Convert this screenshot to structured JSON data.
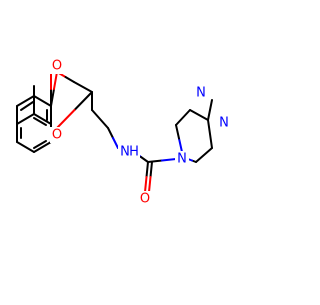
{
  "colors": {
    "bond": "#000000",
    "oxygen": "#ff0000",
    "nitrogen": "#0000ff",
    "background": "#ffffff"
  },
  "atoms": {
    "o_ring_top": "O",
    "o_ring_bottom": "O",
    "nh": "N",
    "nh_h": "H",
    "o_carbonyl": "O",
    "n_piperidine": "N",
    "n_imidazole_methyl": "N",
    "n_imidazole_imine": "N"
  }
}
